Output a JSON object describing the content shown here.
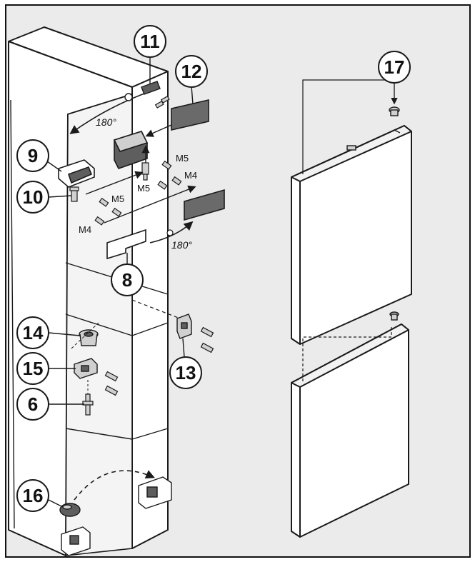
{
  "colors": {
    "panel": "#ebebeb",
    "line": "#1a1a1a",
    "part_dark": "#5e5e5e",
    "part_light": "#d0d0d0",
    "door": "#ffffff",
    "frame": "#111111"
  },
  "callouts": {
    "c6": "6",
    "c8": "8",
    "c9": "9",
    "c10": "10",
    "c11": "11",
    "c12": "12",
    "c13": "13",
    "c14": "14",
    "c15": "15",
    "c16": "16",
    "c17": "17"
  },
  "labels": {
    "m5_upper": "M5",
    "m5_middle": "M5",
    "m5_left": "M5",
    "m4_upper": "M4",
    "m4_left": "M4",
    "angle_top": "180°",
    "angle_middle": "180°"
  }
}
